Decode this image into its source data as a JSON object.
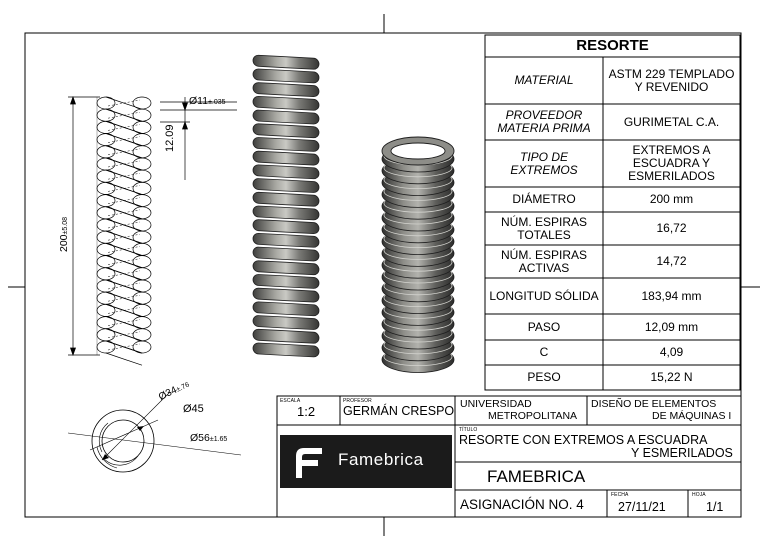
{
  "spec_table": {
    "title": "RESORTE",
    "rows": [
      {
        "label": "MATERIAL",
        "value": "ASTM 229 TEMPLADO Y REVENIDO",
        "italic": true
      },
      {
        "label": "PROVEEDOR MATERIA PRIMA",
        "value": "GURIMETAL C.A.",
        "italic": true
      },
      {
        "label": "TIPO DE EXTREMOS",
        "value": "EXTREMOS A ESCUADRA Y ESMERILADOS",
        "italic": true
      },
      {
        "label": "DIÁMETRO",
        "value": "200 mm",
        "italic": false
      },
      {
        "label": "NÚM. ESPIRAS TOTALES",
        "value": "16,72",
        "italic": false
      },
      {
        "label": "NÚM. ESPIRAS ACTIVAS",
        "value": "14,72",
        "italic": false
      },
      {
        "label": "LONGITUD SÓLIDA",
        "value": "183,94 mm",
        "italic": false
      },
      {
        "label": "PASO",
        "value": "12,09 mm",
        "italic": false
      },
      {
        "label": "C",
        "value": "4,09",
        "italic": false
      },
      {
        "label": "PESO",
        "value": "15,22 N",
        "italic": false
      }
    ]
  },
  "dimensions": {
    "wire_dia": "Ø11",
    "wire_dia_tol": "±.035",
    "pitch": "12.09",
    "length": "200",
    "length_tol": "±5.08",
    "inner_dia": "Ø34",
    "inner_dia_tol": "±.76",
    "mean_dia": "Ø45",
    "outer_dia": "Ø56",
    "outer_dia_tol": "±1.65"
  },
  "title_block": {
    "escala_label": "ESCALA",
    "escala": "1:2",
    "profesor_label": "PROFESOR",
    "profesor": "GERMÁN CRESPO",
    "universidad_line1": "UNIVERSIDAD",
    "universidad_line2": "METROPOLITANA",
    "curso_line1": "DISEÑO DE ELEMENTOS",
    "curso_line2": "DE MÁQUINAS I",
    "titulo_label": "TÍTULO",
    "titulo_line1": "RESORTE CON EXTREMOS A ESCUADRA",
    "titulo_line2": "Y ESMERILADOS",
    "company": "FAMEBRICA",
    "asignacion": "ASIGNACIÓN NO. 4",
    "fecha_label": "FECHA",
    "fecha": "27/11/21",
    "hoja_label": "HOJA",
    "hoja": "1/1",
    "logo_text": "Famebrica"
  },
  "colors": {
    "coil_dark": "#4a4a48",
    "coil_light": "#b9b9b4",
    "logo_bg": "#1b1b1b",
    "logo_fg": "#ffffff"
  }
}
